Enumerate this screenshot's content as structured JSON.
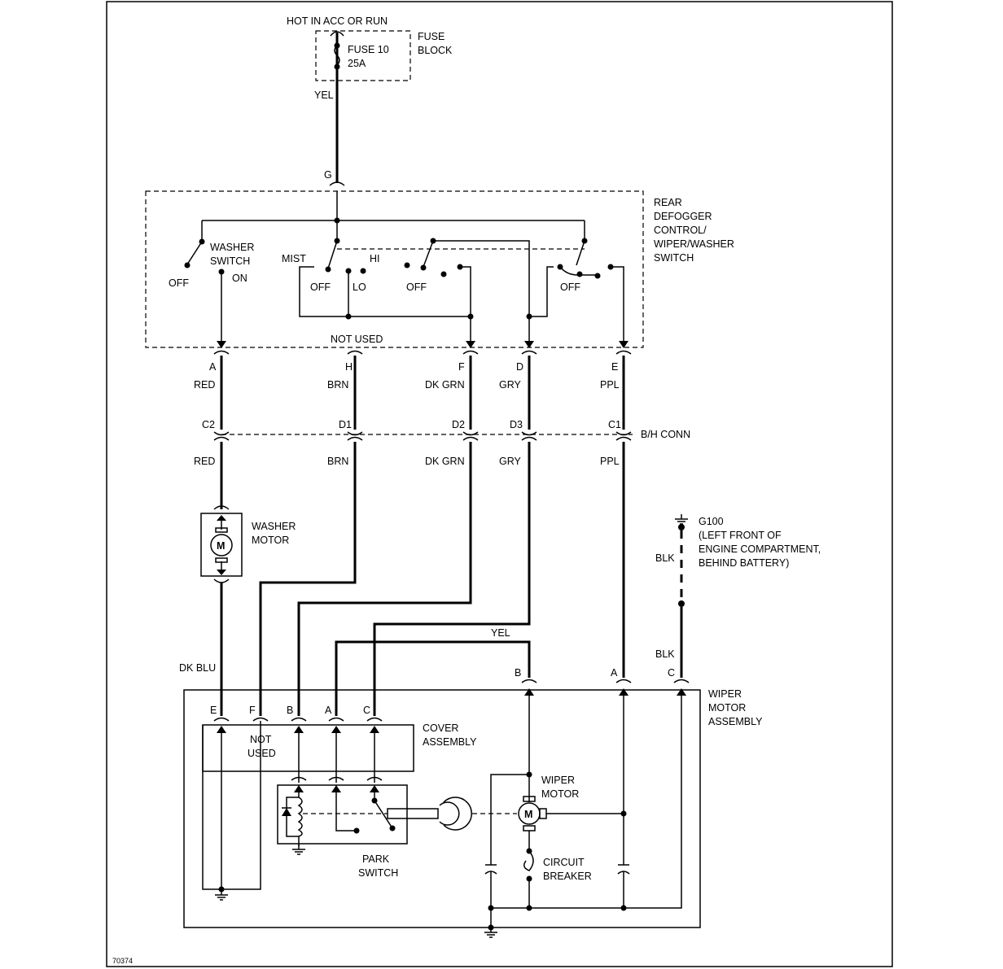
{
  "fuse": {
    "source": "HOT IN ACC OR RUN",
    "name": "FUSE 10",
    "rating": "25A",
    "block_line1": "FUSE",
    "block_line2": "BLOCK",
    "wire": "YEL",
    "pin": "G"
  },
  "switch": {
    "title_lines": [
      "REAR",
      "DEFOGGER",
      "CONTROL/",
      "WIPER/WASHER",
      "SWITCH"
    ],
    "washer_line1": "WASHER",
    "washer_line2": "SWITCH",
    "washer_off": "OFF",
    "washer_on": "ON",
    "mist": "MIST",
    "hi": "HI",
    "off1": "OFF",
    "lo": "LO",
    "off2": "OFF",
    "off3": "OFF",
    "not_used": "NOT USED"
  },
  "pins": [
    {
      "pin": "A",
      "wire": "RED",
      "conn": "C2",
      "wire2": "RED"
    },
    {
      "pin": "H",
      "wire": "BRN",
      "conn": "D1",
      "wire2": "BRN"
    },
    {
      "pin": "F",
      "wire": "DK GRN",
      "conn": "D2",
      "wire2": "DK GRN"
    },
    {
      "pin": "D",
      "wire": "GRY",
      "conn": "D3",
      "wire2": "GRY"
    },
    {
      "pin": "E",
      "wire": "PPL",
      "conn": "C1",
      "wire2": "PPL"
    }
  ],
  "bh_conn": "B/H CONN",
  "washer_motor": {
    "line1": "WASHER",
    "line2": "MOTOR",
    "symbol": "M",
    "wire_out": "DK BLU"
  },
  "ground": {
    "name": "G100",
    "desc_lines": [
      "(LEFT FRONT OF",
      "ENGINE COMPARTMENT,",
      "BEHIND BATTERY)"
    ],
    "wire_top": "BLK",
    "wire_bottom": "BLK"
  },
  "motor_assembly": {
    "title_lines": [
      "WIPER",
      "MOTOR",
      "ASSEMBLY"
    ],
    "yel": "YEL",
    "pin_b": "B",
    "pin_a": "A",
    "pin_c": "C",
    "cover_pins": [
      "E",
      "F",
      "B",
      "A",
      "C"
    ],
    "cover_line1": "COVER",
    "cover_line2": "ASSEMBLY",
    "not_line1": "NOT",
    "not_line2": "USED",
    "park_line1": "PARK",
    "park_line2": "SWITCH",
    "wiper_motor_line1": "WIPER",
    "wiper_motor_line2": "MOTOR",
    "motor_symbol": "M",
    "breaker_line1": "CIRCUIT",
    "breaker_line2": "BREAKER"
  },
  "figure_id": "70374"
}
